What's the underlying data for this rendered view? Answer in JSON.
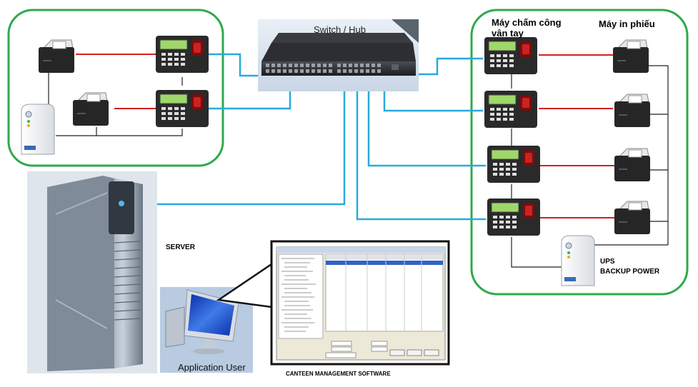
{
  "labels": {
    "switch": "Switch / Hub",
    "fingerprint_devices": "Máy chấm công vân tay",
    "receipt_printers": "Máy in phiếu",
    "server": "SERVER",
    "ups": [
      "UPS",
      "BACKUP POWER"
    ],
    "application_user": "Application User",
    "software": "CANTEEN MANAGEMENT SOFTWARE"
  },
  "colors": {
    "group_border": "#2eaa4a",
    "network_cable": "#29a9e0",
    "printer_cable": "#d32020",
    "power_cable": "#222222"
  },
  "icons": [
    "switch-icon",
    "fingerprint-terminal-icon",
    "receipt-printer-icon",
    "ups-icon",
    "server-tower-icon",
    "monitor-icon",
    "software-window-icon"
  ]
}
